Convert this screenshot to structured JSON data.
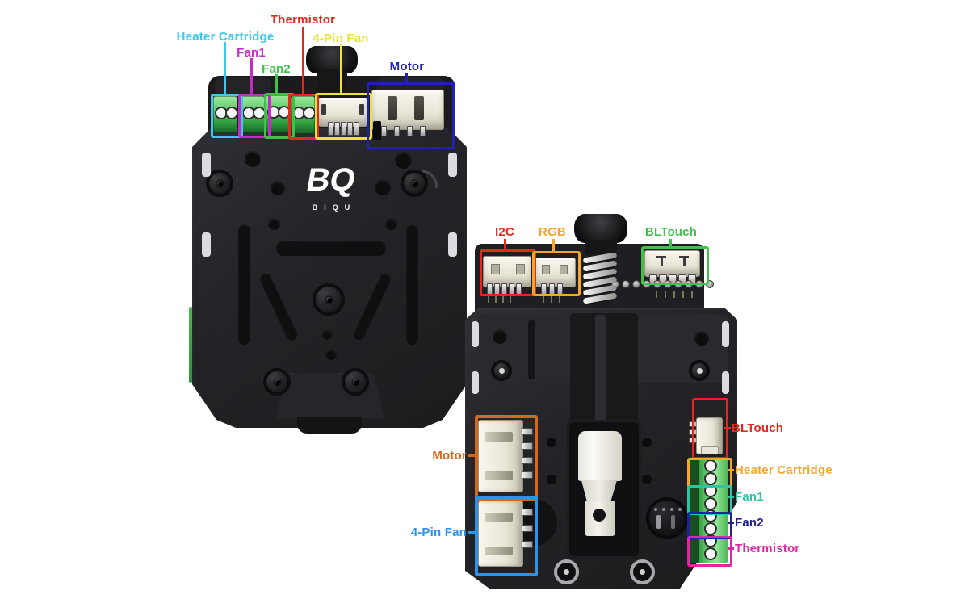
{
  "brand": {
    "logo": "BQ",
    "name": "BIQU"
  },
  "back_view": {
    "annotations": [
      {
        "id": "heater-cartridge",
        "label": "Heater Cartridge",
        "color": "#3EC7EF"
      },
      {
        "id": "fan1",
        "label": "Fan1",
        "color": "#C62BC6"
      },
      {
        "id": "fan2",
        "label": "Fan2",
        "color": "#3FC24A"
      },
      {
        "id": "thermistor",
        "label": "Thermistor",
        "color": "#E3281E"
      },
      {
        "id": "four-pin-fan",
        "label": "4-Pin Fan",
        "color": "#EDE23C"
      },
      {
        "id": "motor",
        "label": "Motor",
        "color": "#2121B6"
      }
    ]
  },
  "front_view": {
    "top_annotations": [
      {
        "id": "i2c",
        "label": "I2C",
        "color": "#E3281E"
      },
      {
        "id": "rgb",
        "label": "RGB",
        "color": "#F5A62B"
      },
      {
        "id": "bltouch",
        "label": "BLTouch",
        "color": "#3FC24A"
      }
    ],
    "left_annotations": [
      {
        "id": "motor",
        "label": "Motor",
        "color": "#D2691E"
      },
      {
        "id": "four-pin-fan",
        "label": "4-Pin Fan",
        "color": "#2E93E6"
      }
    ],
    "right_annotations": [
      {
        "id": "bltouch",
        "label": "BLTouch",
        "color": "#E3281E"
      },
      {
        "id": "heater-cartridge",
        "label": "Heater Cartridge",
        "color": "#F5A62B"
      },
      {
        "id": "fan1",
        "label": "Fan1",
        "color": "#2EC4A5"
      },
      {
        "id": "fan2",
        "label": "Fan2",
        "color": "#232394"
      },
      {
        "id": "thermistor",
        "label": "Thermistor",
        "color": "#DF26A3"
      }
    ]
  }
}
